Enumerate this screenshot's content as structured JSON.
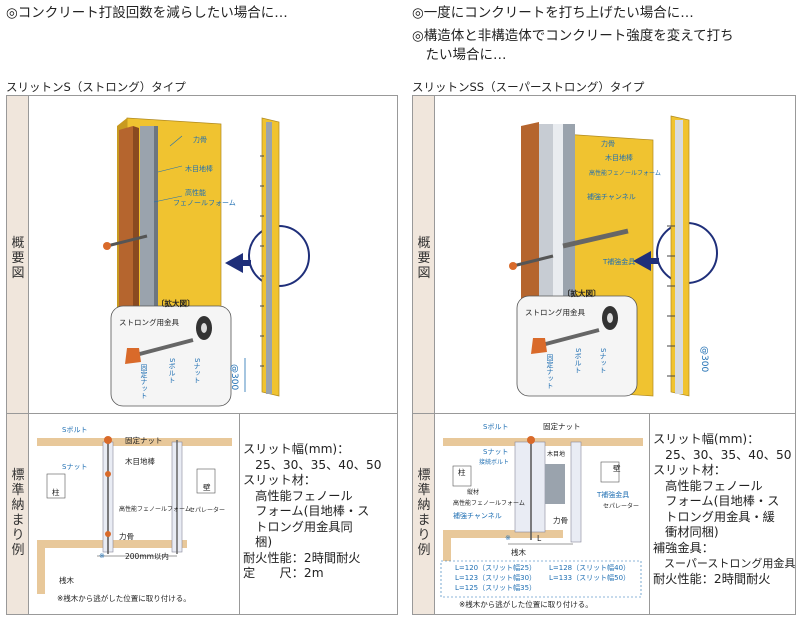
{
  "left": {
    "heading1": "◎コンクリート打設回数を減らしたい場合に…",
    "type_label": "スリットンS（ストロング）タイプ",
    "row1_label": [
      "概",
      "要",
      "図"
    ],
    "row2_label": [
      "標",
      "準",
      "納",
      "ま",
      "り",
      "例"
    ],
    "overview": {
      "labels": [
        "力骨",
        "木目地棒",
        "高性能",
        "フェノールフォーム"
      ],
      "zoom_label": "〔拡大図〕",
      "metal_label": "ストロング用金具",
      "parts": [
        "固定ナット",
        "Sボルト",
        "Sナット"
      ],
      "pitch": "@300"
    },
    "detail": {
      "labels": [
        "Sボルト",
        "固定ナット",
        "Sナット",
        "木目地棒",
        "柱",
        "壁",
        "高性能フェノールフォーム",
        "セパレーター",
        "力骨",
        "※",
        "200mm以内",
        "桟木"
      ],
      "note": "※桟木から逃がした位置に取り付ける。"
    },
    "spec": [
      "スリット幅(mm)：",
      "　25、30、35、40、50",
      "スリット材：",
      "　高性能フェノール",
      "　フォーム(目地棒・ス",
      "　トロング用金具同",
      "　梱)",
      "耐火性能：2時間耐火",
      "定　　尺：2m"
    ]
  },
  "right": {
    "heading1": "◎一度にコンクリートを打ち上げたい場合に…",
    "heading2a": "◎構造体と非構造体でコンクリート強度を変えて打ち",
    "heading2b": "　たい場合に…",
    "type_label": "スリットンSS（スーパーストロング）タイプ",
    "row1_label": [
      "概",
      "要",
      "図"
    ],
    "row2_label": [
      "標",
      "準",
      "納",
      "ま",
      "り",
      "例"
    ],
    "overview": {
      "labels": [
        "力骨",
        "木目地棒",
        "高性能フェノールフォーム",
        "補強チャンネル",
        "T補強金具"
      ],
      "zoom_label": "〔拡大図〕",
      "metal_label": "ストロング用金具",
      "parts": [
        "固定ナット",
        "Sボルト",
        "Sナット"
      ],
      "pitch": "@300"
    },
    "detail": {
      "labels": [
        "Sボルト",
        "固定ナット",
        "Sナット",
        "接続ボルト",
        "木目地",
        "柱",
        "壁",
        "縦材",
        "高性能フェノールフォーム",
        "T補強金具",
        "セパレーター",
        "補強チャンネル",
        "力骨",
        "※",
        "L",
        "桟木"
      ],
      "table": [
        "L=120（スリット幅25）",
        "L=123（スリット幅30）",
        "L=125（スリット幅35）",
        "L=128（スリット幅40）",
        "L=133（スリット幅50）"
      ],
      "note": "※桟木から逃がした位置に取り付ける。"
    },
    "spec": [
      "スリット幅(mm)：",
      "　25、30、35、40、50",
      "スリット材：",
      "　高性能フェノール",
      "　フォーム(目地棒・ス",
      "　トロング用金具・緩",
      "　衝材同梱)",
      "補強金具：",
      "　スーパーストロング用金具",
      "耐火性能：2時間耐火"
    ]
  },
  "colors": {
    "panel_yellow": "#f0c330",
    "header_fill": "#f0e6dc",
    "accent_blue": "#1f6fb3",
    "arrow_navy": "#1f2f7a",
    "nut_orange": "#d96a2a"
  }
}
